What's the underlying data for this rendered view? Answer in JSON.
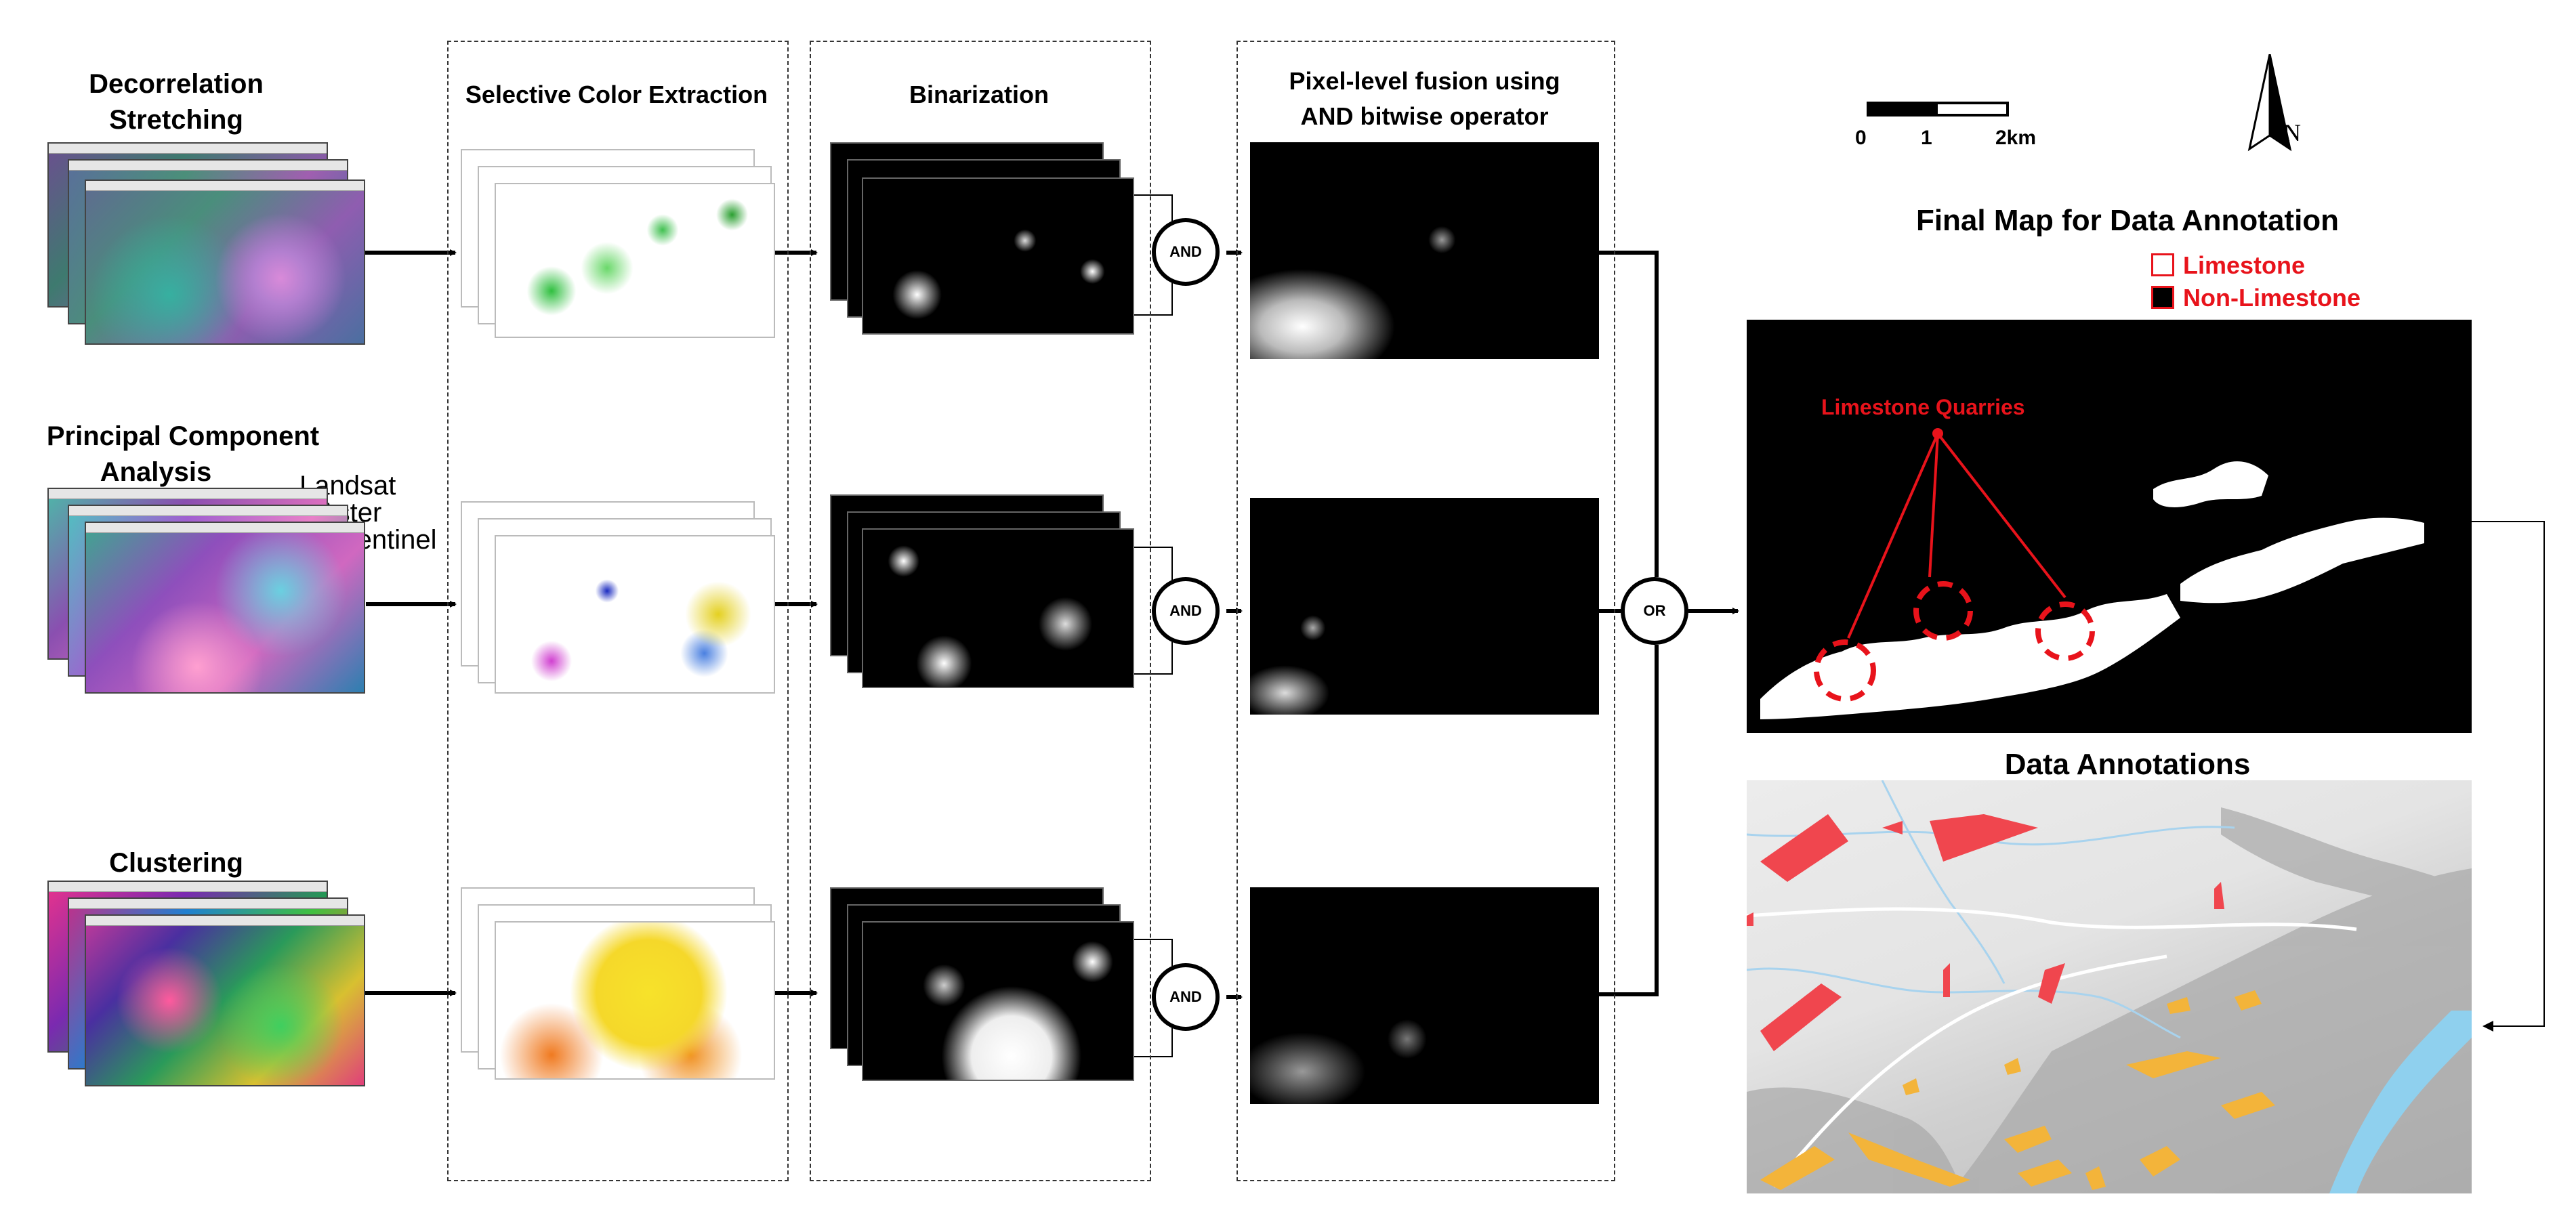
{
  "stages": {
    "selective_color": "Selective Color Extraction",
    "binarization": "Binarization",
    "fusion_line1": "Pixel-level fusion using",
    "fusion_line2": "AND bitwise operator"
  },
  "methods": [
    {
      "title_line1": "Decorrelation",
      "title_line2": "Stretching"
    },
    {
      "title_line1": "Principal Component",
      "title_line2": "Analysis"
    },
    {
      "title_line1": "Clustering",
      "title_line2": ""
    }
  ],
  "sensors": [
    "Landsat",
    "Aster",
    "Sentinel"
  ],
  "operators": {
    "and": "AND",
    "or": "OR"
  },
  "scale": {
    "t0": "0",
    "t1": "1",
    "t2": "2km"
  },
  "north": "N",
  "final_map": {
    "title": "Final Map for Data Annotation",
    "legend": [
      {
        "label": "Limestone",
        "color": "#ffffff"
      },
      {
        "label": "Non-Limestone",
        "color": "#000000"
      }
    ],
    "annotation": "Limestone Quarries",
    "annotation_color": "#e8131b"
  },
  "data_annotations": {
    "title": "Data Annotations"
  },
  "colors": {
    "accent_red": "#e8131b",
    "quarry_red": "#f0464e",
    "yellow": "#f3b43a",
    "water": "#9dd3ee"
  }
}
